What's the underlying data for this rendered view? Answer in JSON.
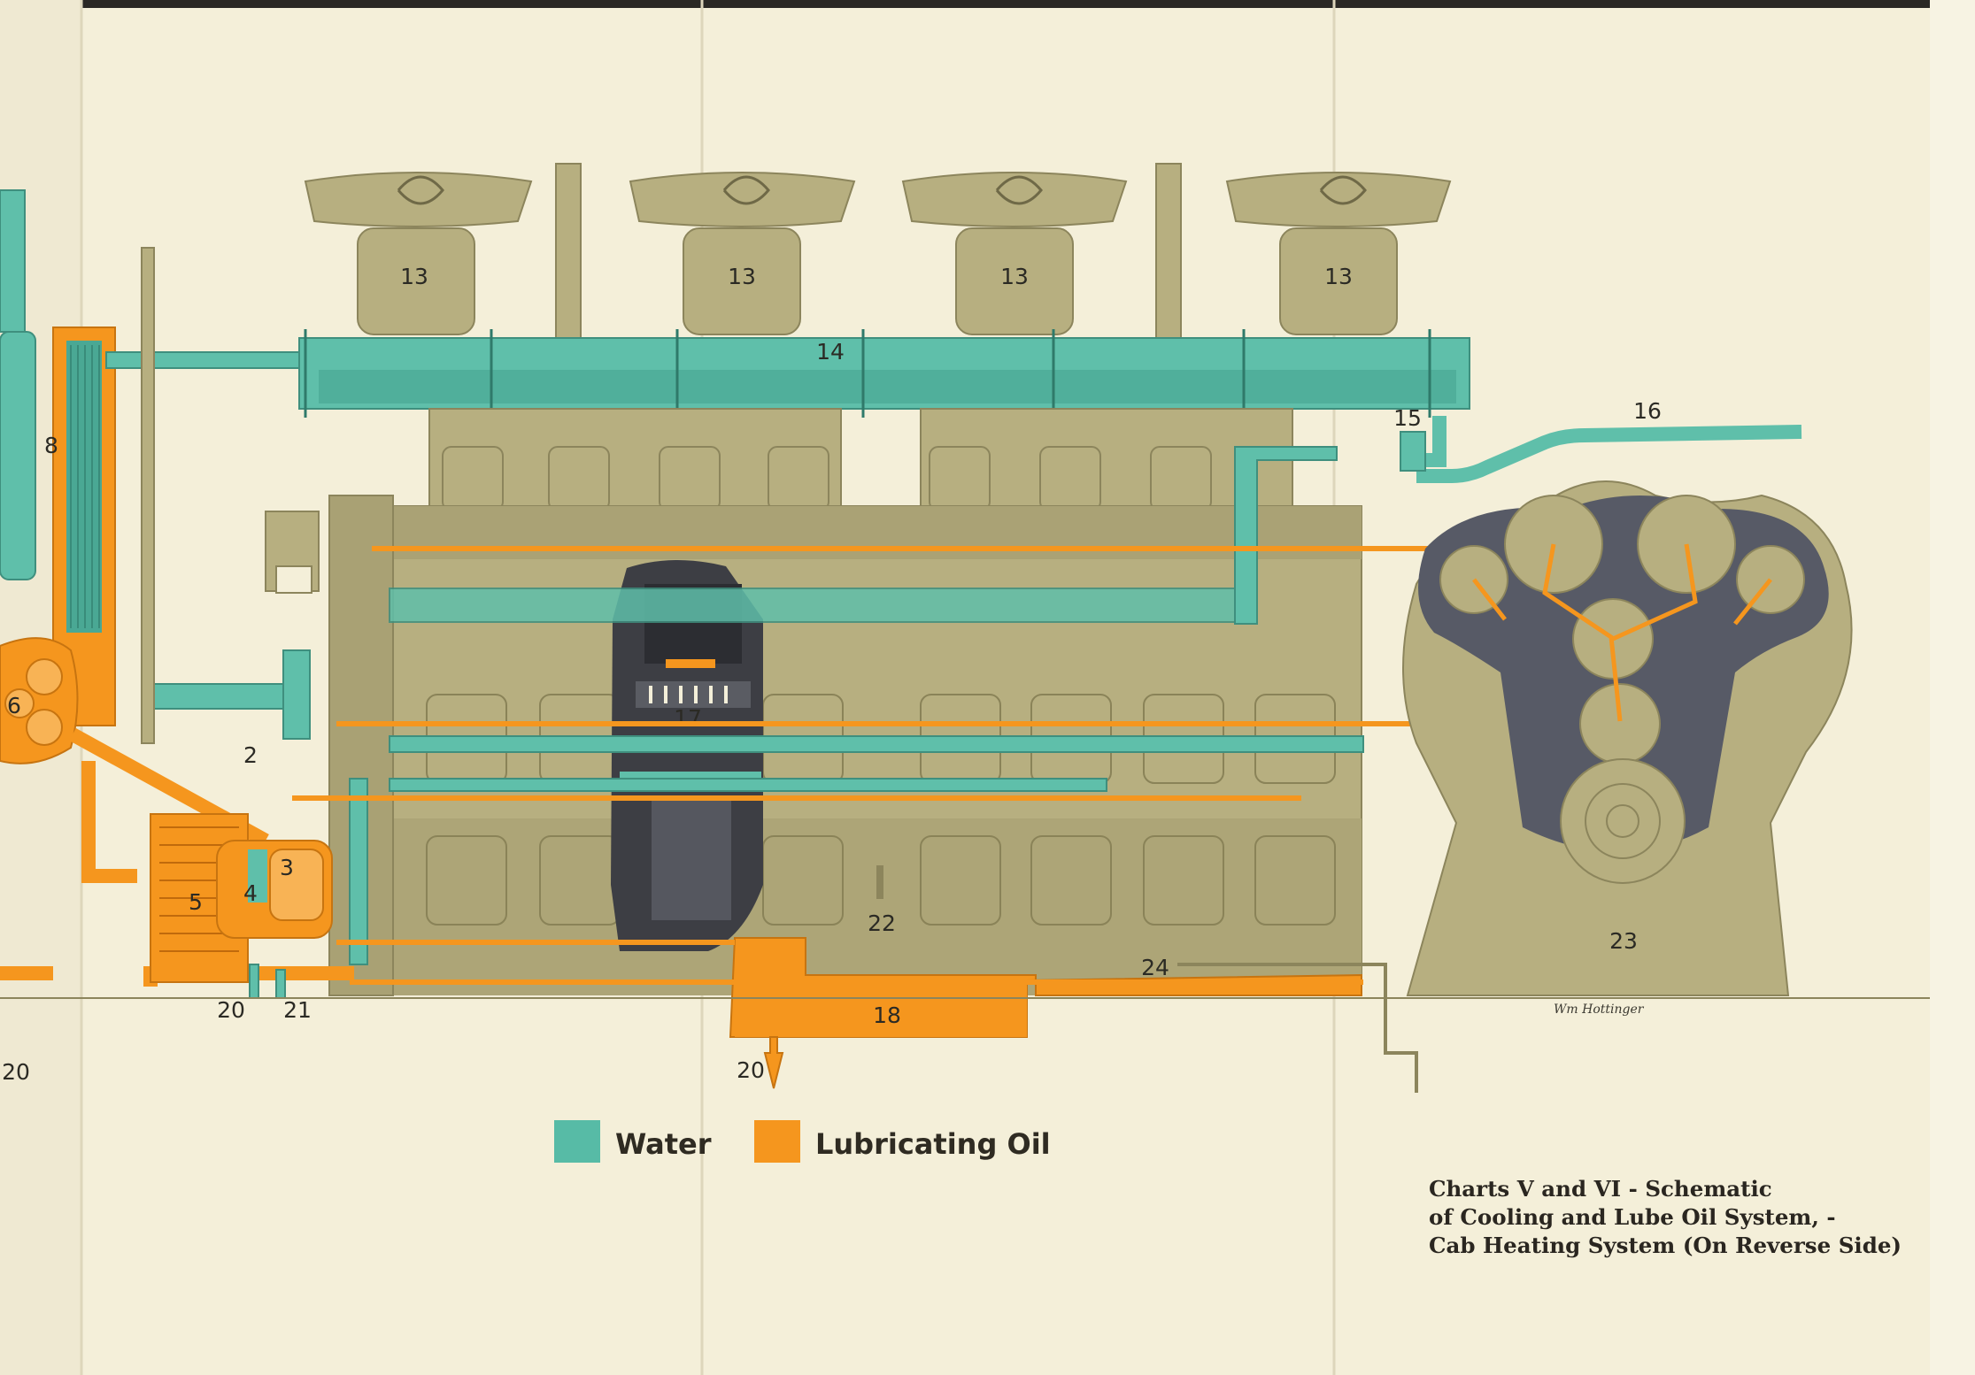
{
  "legend": {
    "water": {
      "label": "Water",
      "color": "#57bba6"
    },
    "oil": {
      "label": "Lubricating Oil",
      "color": "#f5961e"
    }
  },
  "caption": {
    "line1": "Charts V and VI - Schematic",
    "line2": "of Cooling and Lube Oil System, -",
    "line3": "Cab Heating System (On Reverse Side)"
  },
  "signature": "Wm Hottinger",
  "colors": {
    "paper": "#f4efd9",
    "engine": "#b7af80",
    "engine_dark": "#9e9668",
    "cutaway": "#3d3e44",
    "gear_housing": "#575a66"
  },
  "callouts": {
    "n13a": "13",
    "n13b": "13",
    "n13c": "13",
    "n13d": "13",
    "n14": "14",
    "n15": "15",
    "n16": "16",
    "n17": "17",
    "n18": "18",
    "n2": "2",
    "n3": "3",
    "n4": "4",
    "n5": "5",
    "n6": "6",
    "n8": "8",
    "n20a": "20",
    "n20b": "20",
    "n20c": "20",
    "n21": "21",
    "n22": "22",
    "n23": "23",
    "n24": "24"
  }
}
